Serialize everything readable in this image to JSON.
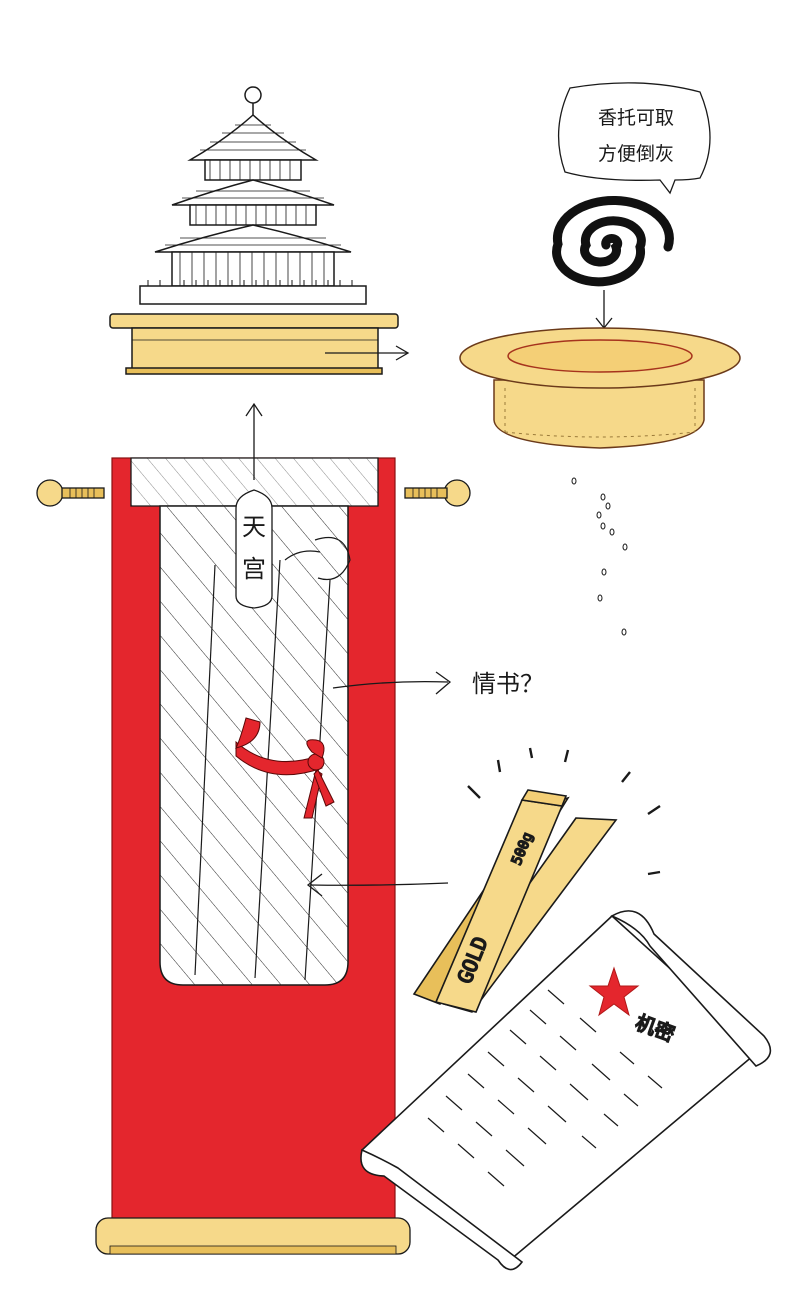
{
  "labels": {
    "bubble_line1": "香托可取",
    "bubble_line2": "方便倒灰",
    "seal_text": "天宫",
    "love_letter": "情书？",
    "gold_text": "GOLD",
    "gold_weight": "500g",
    "scroll_title": "机密"
  },
  "colors": {
    "red": "#e4262d",
    "gold": "#f6d98a",
    "gold_dark": "#e8bf5a",
    "ink": "#1a1a1a"
  },
  "icons": [
    "temple-of-heaven-icon",
    "incense-coil-icon",
    "incense-holder-icon",
    "ash-particles-icon",
    "hinge-pin-icon",
    "ribbon-bow-icon",
    "gold-bar-icon",
    "star-icon",
    "scroll-icon"
  ]
}
